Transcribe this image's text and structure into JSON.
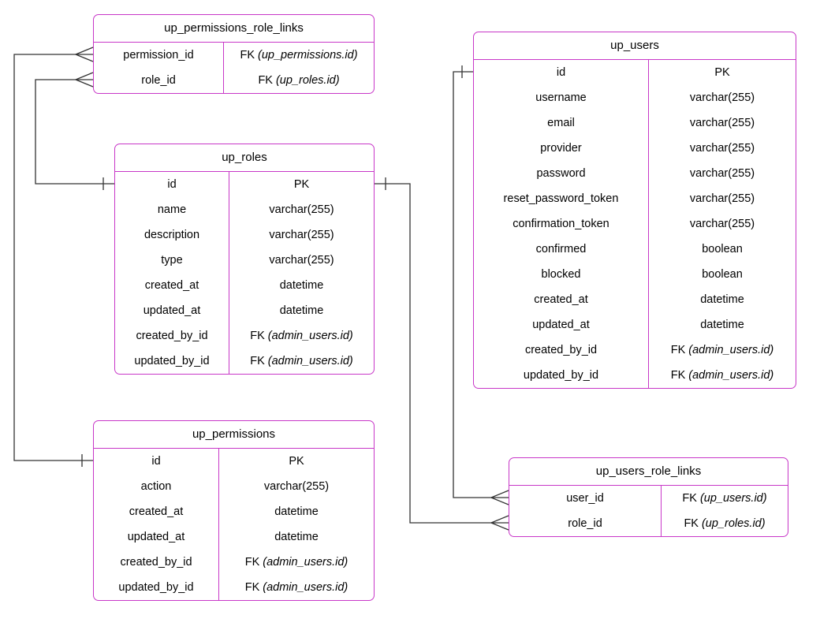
{
  "colors": {
    "table_border": "#C837C8",
    "connector": "#333333",
    "text": "#000000"
  },
  "tables": [
    {
      "name": "up_permissions_role_links",
      "rows": [
        {
          "field": "permission_id",
          "type": "FK",
          "type_italic": "(up_permissions.id)"
        },
        {
          "field": "role_id",
          "type": "FK",
          "type_italic": "(up_roles.id)"
        }
      ]
    },
    {
      "name": "up_roles",
      "rows": [
        {
          "field": "id",
          "type": "PK",
          "type_italic": ""
        },
        {
          "field": "name",
          "type": "varchar(255)",
          "type_italic": ""
        },
        {
          "field": "description",
          "type": "varchar(255)",
          "type_italic": ""
        },
        {
          "field": "type",
          "type": "varchar(255)",
          "type_italic": ""
        },
        {
          "field": "created_at",
          "type": "datetime",
          "type_italic": ""
        },
        {
          "field": "updated_at",
          "type": "datetime",
          "type_italic": ""
        },
        {
          "field": "created_by_id",
          "type": "FK",
          "type_italic": "(admin_users.id)"
        },
        {
          "field": "updated_by_id",
          "type": "FK",
          "type_italic": "(admin_users.id)"
        }
      ]
    },
    {
      "name": "up_users",
      "rows": [
        {
          "field": "id",
          "type": "PK",
          "type_italic": ""
        },
        {
          "field": "username",
          "type": "varchar(255)",
          "type_italic": ""
        },
        {
          "field": "email",
          "type": "varchar(255)",
          "type_italic": ""
        },
        {
          "field": "provider",
          "type": "varchar(255)",
          "type_italic": ""
        },
        {
          "field": "password",
          "type": "varchar(255)",
          "type_italic": ""
        },
        {
          "field": "reset_password_token",
          "type": "varchar(255)",
          "type_italic": ""
        },
        {
          "field": "confirmation_token",
          "type": "varchar(255)",
          "type_italic": ""
        },
        {
          "field": "confirmed",
          "type": "boolean",
          "type_italic": ""
        },
        {
          "field": "blocked",
          "type": "boolean",
          "type_italic": ""
        },
        {
          "field": "created_at",
          "type": "datetime",
          "type_italic": ""
        },
        {
          "field": "updated_at",
          "type": "datetime",
          "type_italic": ""
        },
        {
          "field": "created_by_id",
          "type": "FK",
          "type_italic": "(admin_users.id)"
        },
        {
          "field": "updated_by_id",
          "type": "FK",
          "type_italic": "(admin_users.id)"
        }
      ]
    },
    {
      "name": "up_permissions",
      "rows": [
        {
          "field": "id",
          "type": "PK",
          "type_italic": ""
        },
        {
          "field": "action",
          "type": "varchar(255)",
          "type_italic": ""
        },
        {
          "field": "created_at",
          "type": "datetime",
          "type_italic": ""
        },
        {
          "field": "updated_at",
          "type": "datetime",
          "type_italic": ""
        },
        {
          "field": "created_by_id",
          "type": "FK",
          "type_italic": "(admin_users.id)"
        },
        {
          "field": "updated_by_id",
          "type": "FK",
          "type_italic": "(admin_users.id)"
        }
      ]
    },
    {
      "name": "up_users_role_links",
      "rows": [
        {
          "field": "user_id",
          "type": "FK",
          "type_italic": "(up_users.id)"
        },
        {
          "field": "role_id",
          "type": "FK",
          "type_italic": "(up_roles.id)"
        }
      ]
    }
  ],
  "relations": [
    {
      "from": "up_permissions.id",
      "to": "up_permissions_role_links.permission_id",
      "from_cardinality": "one",
      "to_cardinality": "many"
    },
    {
      "from": "up_roles.id",
      "to": "up_permissions_role_links.role_id",
      "from_cardinality": "one",
      "to_cardinality": "many"
    },
    {
      "from": "up_users.id",
      "to": "up_users_role_links.user_id",
      "from_cardinality": "one",
      "to_cardinality": "many"
    },
    {
      "from": "up_roles.id",
      "to": "up_users_role_links.role_id",
      "from_cardinality": "one",
      "to_cardinality": "many"
    }
  ]
}
